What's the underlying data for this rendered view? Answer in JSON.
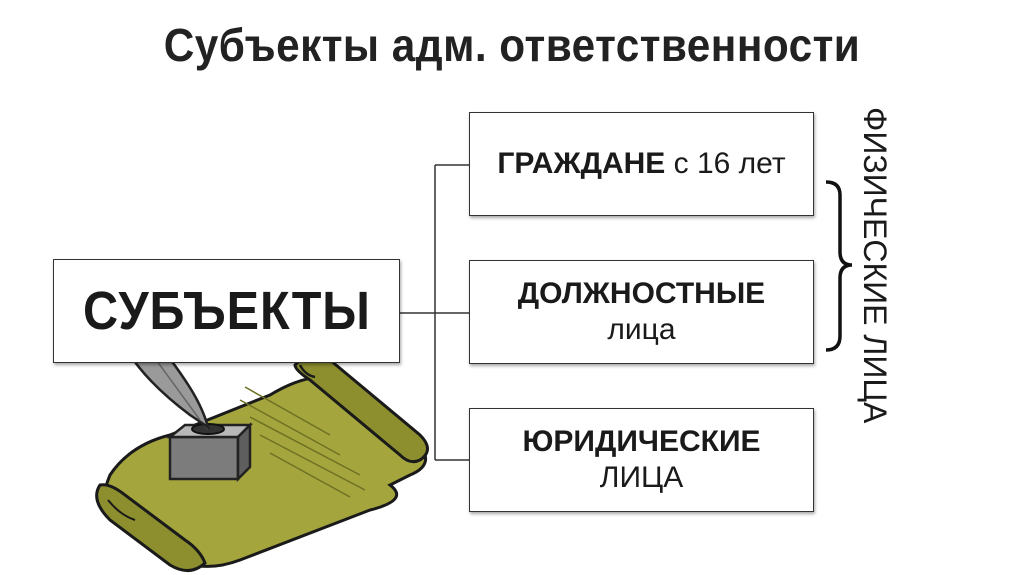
{
  "title": "Субъекты адм. ответственности",
  "main_box": {
    "label": "СУБЪЕКТЫ"
  },
  "boxes": [
    {
      "bold": "ГРАЖДАНЕ",
      "rest": " с 16 лет"
    },
    {
      "bold": "ДОЛЖНОСТНЫЕ",
      "second": "лица"
    },
    {
      "bold": "ЮРИДИЧЕСКИЕ",
      "second": "ЛИЦА"
    }
  ],
  "side_label": "ФИЗИЧЕСКИЕ ЛИЦА"
}
